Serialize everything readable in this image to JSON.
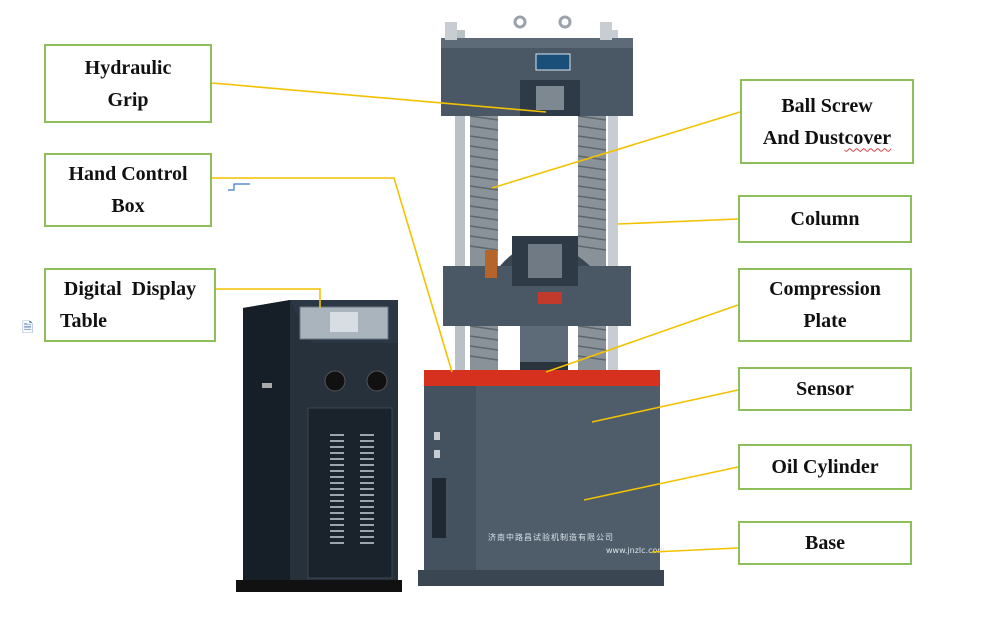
{
  "labels": {
    "hydraulic_grip": [
      "Hydraulic",
      "Grip"
    ],
    "hand_control_box": [
      "Hand Control",
      "Box"
    ],
    "digital_display_table": [
      "Digital  Display",
      "Table"
    ],
    "ball_screw": [
      "Ball Screw",
      "And Dust",
      "cover"
    ],
    "column": "Column",
    "compression_plate": [
      "Compression",
      "Plate"
    ],
    "sensor": "Sensor",
    "oil_cylinder": "Oil Cylinder",
    "base": "Base"
  },
  "machine_text": {
    "company": "济南中路昌试验机制造有限公司",
    "website": "www.jnzlc.com"
  },
  "colors": {
    "box_border": "#8fbf5a",
    "leader_line": "#f2c200",
    "machine_body": "#4a5866",
    "machine_dark": "#2e3a46",
    "red_band": "#d6301f",
    "cabinet": "#1f2933"
  },
  "icons": [
    "document-icon"
  ]
}
